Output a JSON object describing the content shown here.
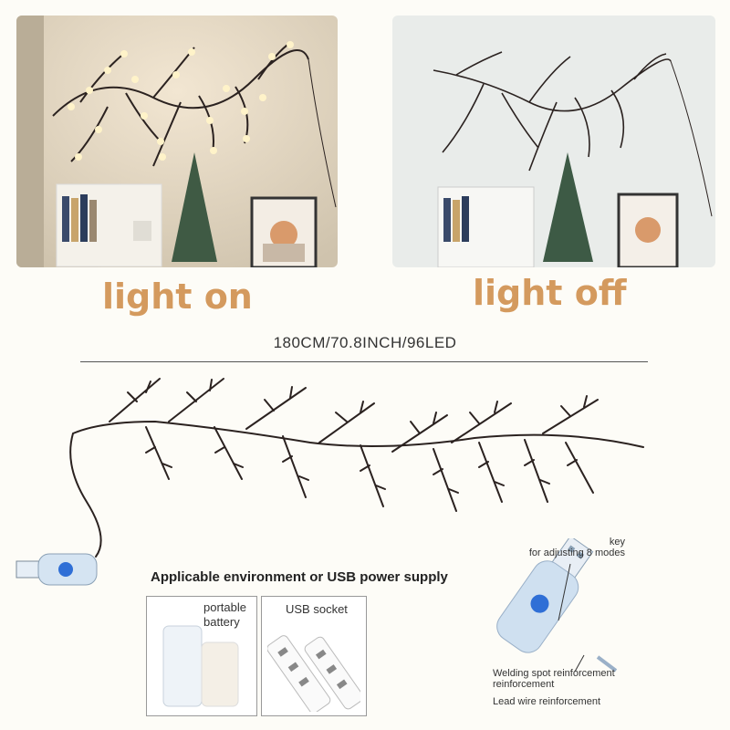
{
  "captions": {
    "light_on": "light on",
    "light_off": "light off"
  },
  "spec": "180CM/70.8INCH/96LED",
  "environment": {
    "title": "Applicable environment or USB power supply",
    "portable_line1": "portable",
    "portable_line2": "battery",
    "usb_socket": "USB socket"
  },
  "annotations": {
    "key_line1": "key",
    "key_line2": "for adjusting 8 modes",
    "welding_line1": "Welding spot reinforcement",
    "welding_line2": "reinforcement",
    "lead_wire": "Lead wire reinforcement"
  },
  "colors": {
    "caption": "#d49a5e",
    "button": "#2f6fd6",
    "vine": "#2b2220",
    "led": "#ffe6a8"
  }
}
